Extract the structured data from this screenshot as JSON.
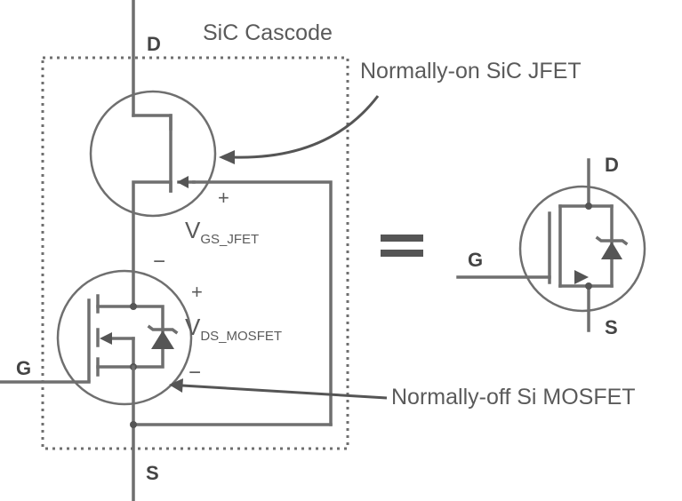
{
  "title": "SiC Cascode",
  "terminals": {
    "drain": "D",
    "source": "S",
    "gate": "G",
    "eq_drain": "D",
    "eq_source": "S",
    "eq_gate": "G"
  },
  "labels": {
    "jfet": "Normally-on SiC JFET",
    "mosfet": "Normally-off Si MOSFET",
    "vgs_main": "V",
    "vgs_sub": "GS_JFET",
    "vds_main": "V",
    "vds_sub": "DS_MOSFET",
    "plus": "+",
    "minus": "−"
  },
  "colors": {
    "line": "#6f6f6f",
    "text": "#5a5a5a"
  }
}
